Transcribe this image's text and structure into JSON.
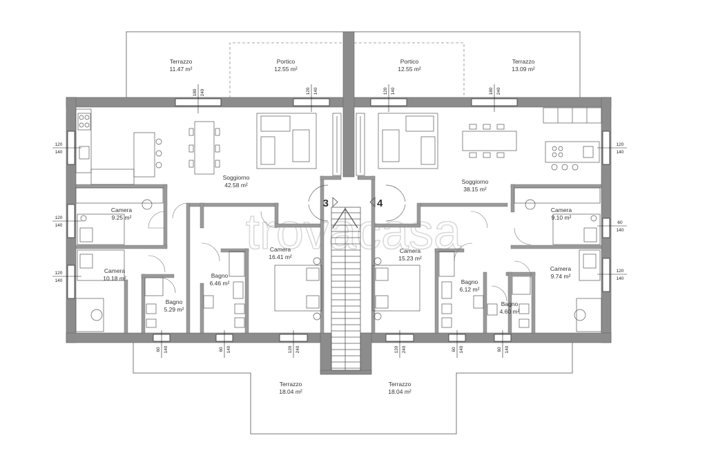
{
  "units": {
    "left": "3",
    "right": "4"
  },
  "rooms": {
    "terrazzo_nw": {
      "name": "Terrazzo",
      "area": "11.47 m²"
    },
    "portico_l": {
      "name": "Portico",
      "area": "12.55 m²"
    },
    "portico_r": {
      "name": "Portico",
      "area": "12.55 m²"
    },
    "terrazzo_ne": {
      "name": "Terrazzo",
      "area": "13.09 m²"
    },
    "soggiorno_l": {
      "name": "Soggiorno",
      "area": "42.58 m²"
    },
    "soggiorno_r": {
      "name": "Soggiorno",
      "area": "38.15 m²"
    },
    "camera_l1": {
      "name": "Camera",
      "area": "9.25 m²"
    },
    "camera_l2": {
      "name": "Camera",
      "area": "10.18 m²"
    },
    "bagno_l1": {
      "name": "Bagno",
      "area": "5.29 m²"
    },
    "bagno_l2": {
      "name": "Bagno",
      "area": "6.46 m²"
    },
    "camera_l3": {
      "name": "Camera",
      "area": "16.41 m²"
    },
    "camera_r3": {
      "name": "Camera",
      "area": "15.23 m²"
    },
    "bagno_r2": {
      "name": "Bagno",
      "area": "6.12 m²"
    },
    "bagno_r1": {
      "name": "Bagno",
      "area": "4.60 m²"
    },
    "camera_r1": {
      "name": "Camera",
      "area": "9.10 m²"
    },
    "camera_r2": {
      "name": "Camera",
      "area": "9.74 m²"
    },
    "terrazzo_sl": {
      "name": "Terrazzo",
      "area": "18.04 m²"
    },
    "terrazzo_sr": {
      "name": "Terrazzo",
      "area": "18.04 m²"
    }
  },
  "windows": {
    "w_top_1": [
      "180",
      "240"
    ],
    "w_top_2": [
      "120",
      "140"
    ],
    "w_top_3": [
      "120",
      "140"
    ],
    "w_top_4": [
      "180",
      "240"
    ],
    "w_left_1": [
      "120",
      "140"
    ],
    "w_left_2": [
      "120",
      "140"
    ],
    "w_left_3": [
      "120",
      "140"
    ],
    "w_right_1": [
      "120",
      "140"
    ],
    "w_right_2": [
      "60",
      "140"
    ],
    "w_right_3": [
      "120",
      "140"
    ],
    "w_bot_1": [
      "60",
      "140"
    ],
    "w_bot_2": [
      "60",
      "140"
    ],
    "w_bot_3": [
      "120",
      "240"
    ],
    "w_bot_4": [
      "120",
      "240"
    ],
    "w_bot_5": [
      "60",
      "140"
    ],
    "w_bot_6": [
      "60",
      "140"
    ]
  },
  "watermark": "trovacasa"
}
